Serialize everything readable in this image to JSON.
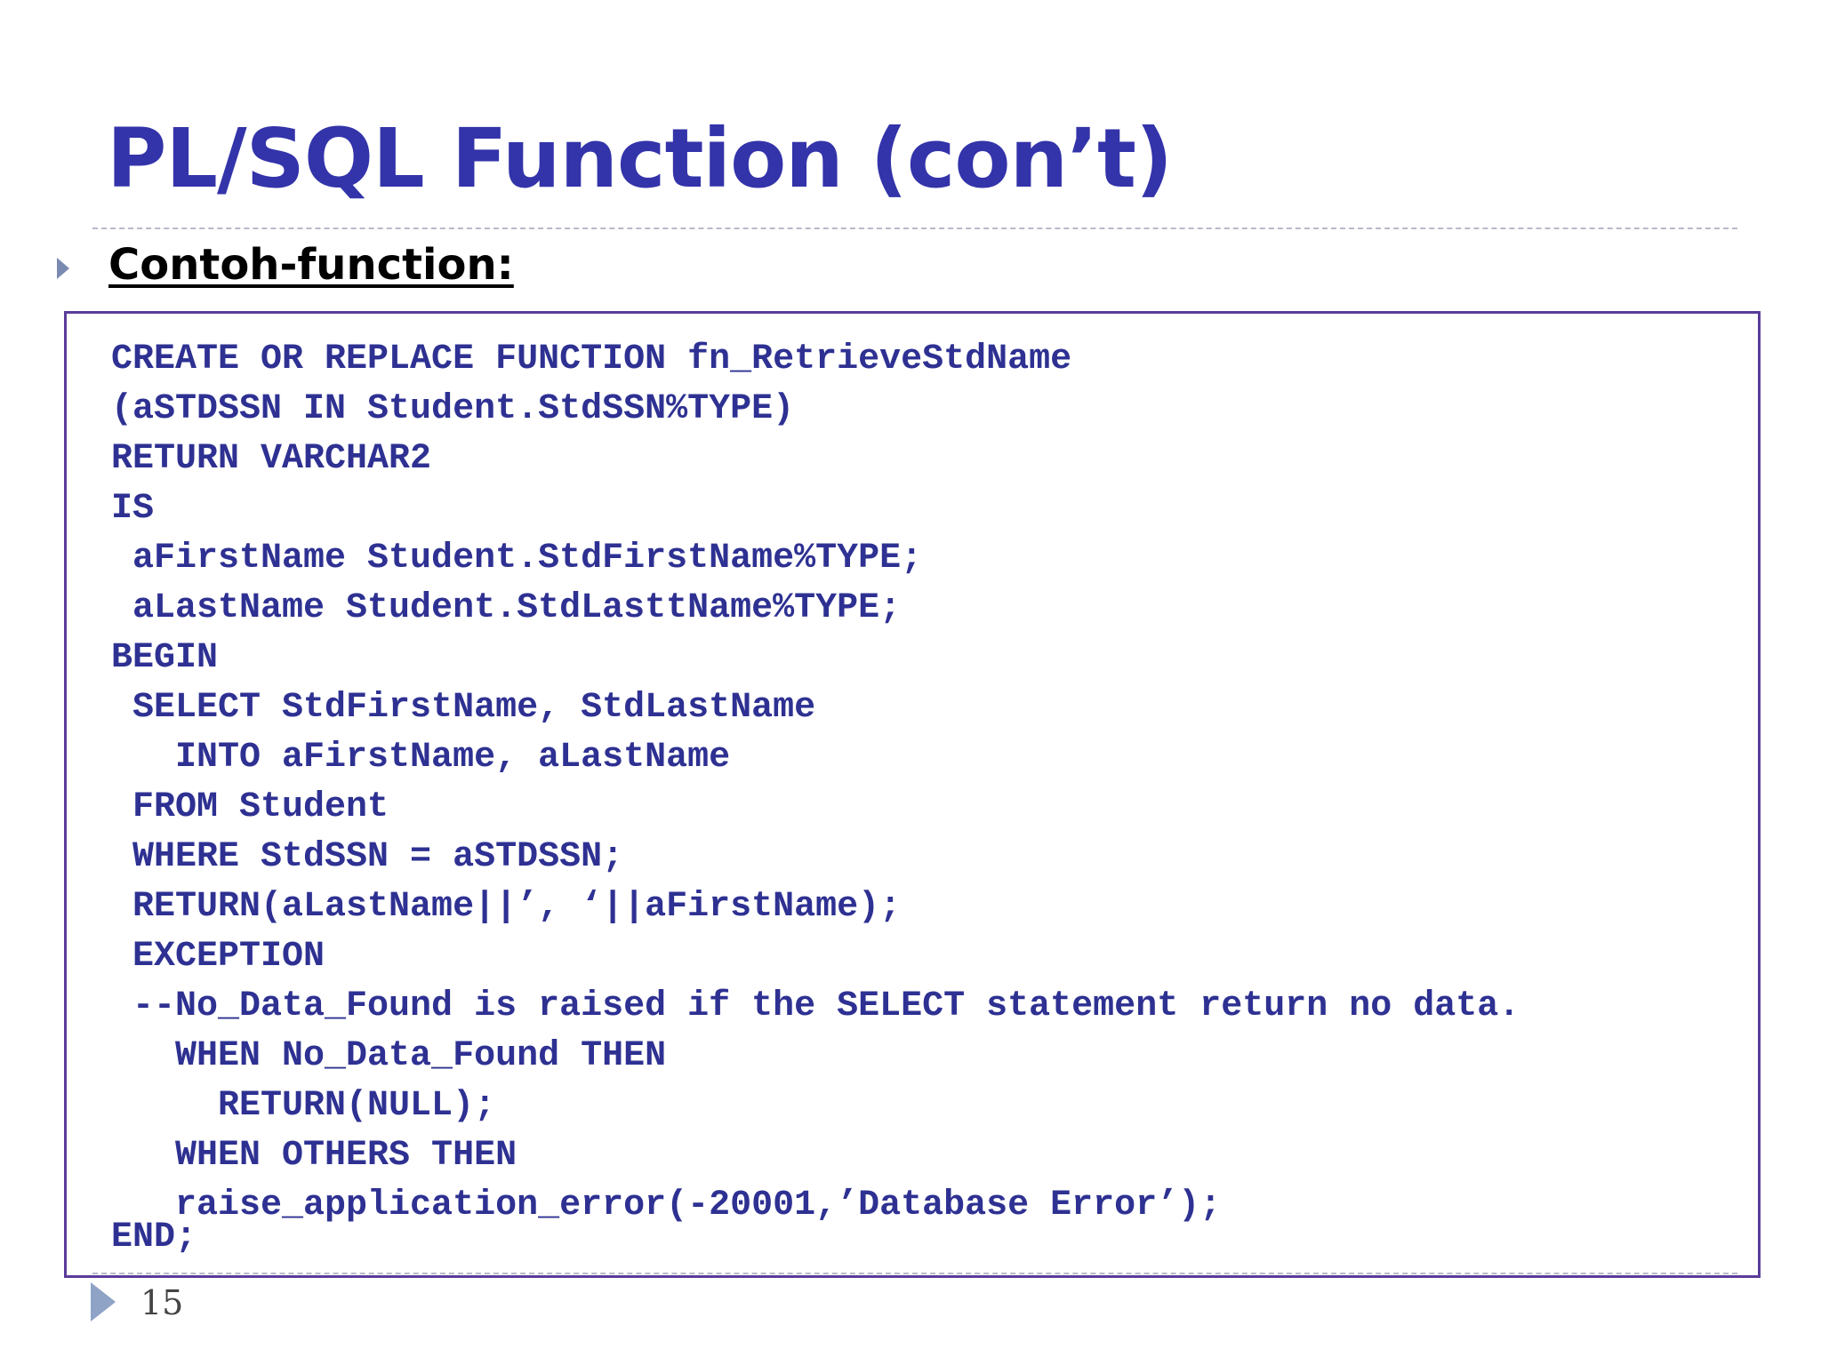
{
  "slide": {
    "title": "PL/SQL Function (con’t)",
    "bullet": "Contoh-function:",
    "code_lines": [
      "CREATE OR REPLACE FUNCTION fn_RetrieveStdName",
      "(aSTDSSN IN Student.StdSSN%TYPE)",
      "RETURN VARCHAR2",
      "IS",
      " aFirstName Student.StdFirstName%TYPE;",
      " aLastName Student.StdLasttName%TYPE;",
      "BEGIN",
      " SELECT StdFirstName, StdLastName",
      "   INTO aFirstName, aLastName",
      " FROM Student",
      " WHERE StdSSN = aSTDSSN;",
      " RETURN(aLastName||’, ‘||aFirstName);",
      " EXCEPTION",
      " --No_Data_Found is raised if the SELECT statement return no data.",
      "   WHEN No_Data_Found THEN",
      "     RETURN(NULL);",
      "   WHEN OTHERS THEN",
      "   raise_application_error(-20001,’Database Error’);",
      "END;"
    ],
    "page_number": "15",
    "colors": {
      "title": "#3333aa",
      "code_text": "#2e3192",
      "box_border": "#5a3c9a",
      "bullet_icon": "#7a8ab0"
    }
  }
}
